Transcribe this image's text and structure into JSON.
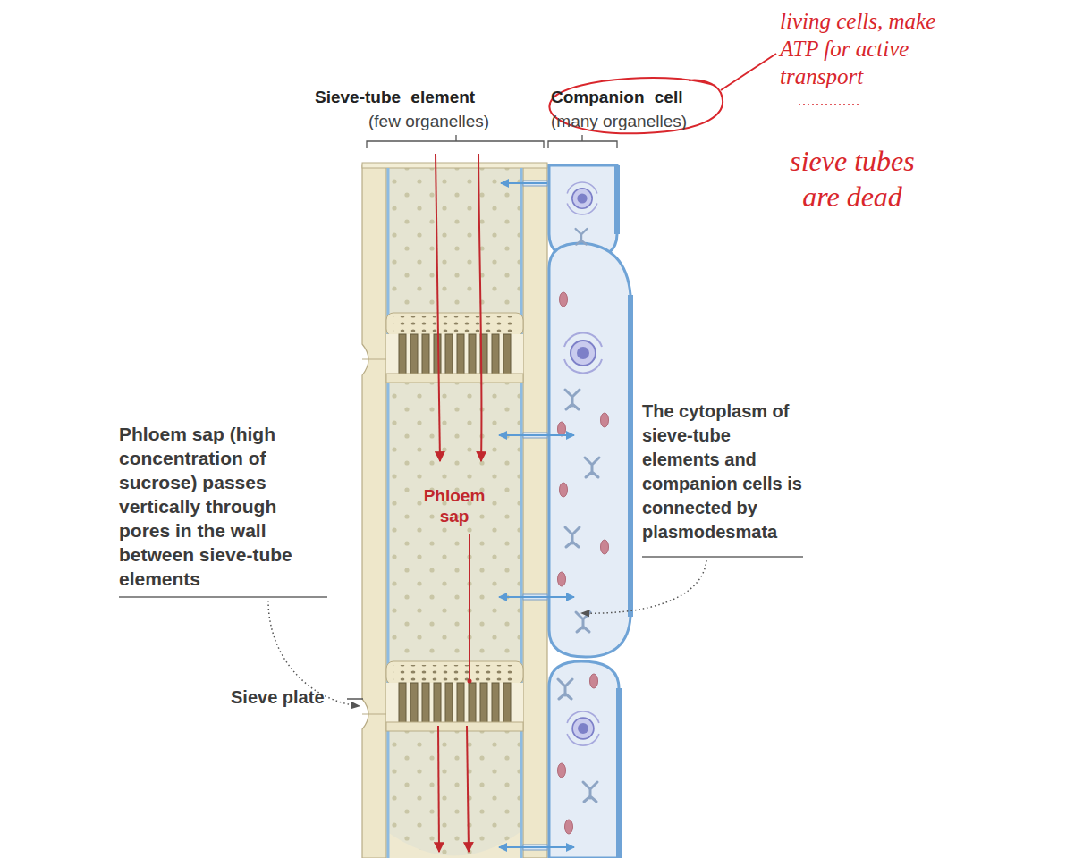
{
  "diagram": {
    "labels": [
      "Sieve-tube element",
      "(few organelles)",
      "Companion cell",
      "(many organelles)",
      "living cells, make ATP for active transport",
      "sieve tubes are dead",
      "Phloem sap (high concentration of sucrose) passes vertically through pores in the wall between sieve-tube elements",
      "Phloem sap",
      "The cytoplasm of sieve-tube elements and companion cells is connected by plasmodesmata",
      "Sieve plate"
    ]
  }
}
